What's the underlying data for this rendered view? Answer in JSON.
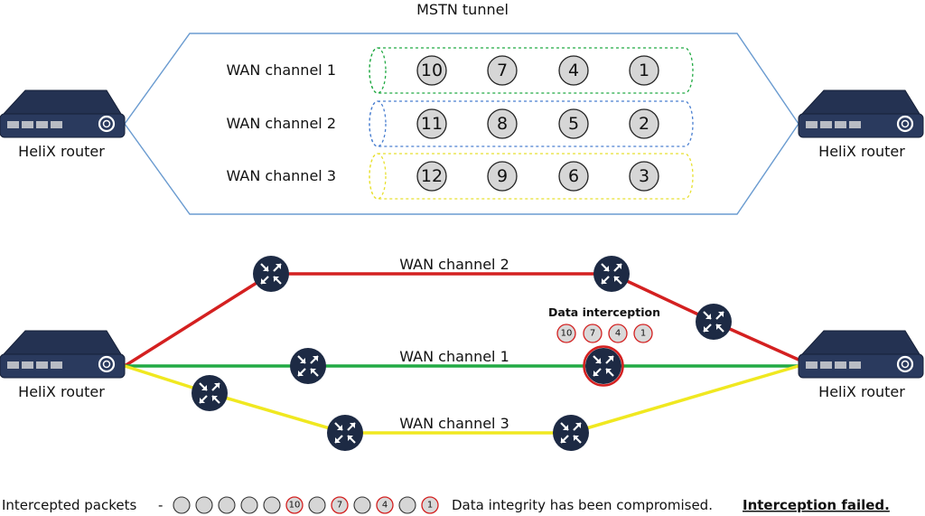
{
  "top": {
    "title": "MSTN tunnel",
    "router_left": "HeliX router",
    "router_right": "HeliX router",
    "channels": [
      {
        "label": "WAN channel 1",
        "color": "#22aa44",
        "packets": [
          "10",
          "7",
          "4",
          "1"
        ]
      },
      {
        "label": "WAN channel 2",
        "color": "#4a7fd0",
        "packets": [
          "11",
          "8",
          "5",
          "2"
        ]
      },
      {
        "label": "WAN channel 3",
        "color": "#e8e030",
        "packets": [
          "12",
          "9",
          "6",
          "3"
        ]
      }
    ]
  },
  "bottom": {
    "router_left": "HeliX router",
    "router_right": "HeliX router",
    "path_labels": {
      "channel2": "WAN channel 2",
      "channel1": "WAN channel 1",
      "channel3": "WAN channel 3"
    },
    "colors": {
      "channel2": "#d42020",
      "channel1": "#22aa44",
      "channel3": "#f0e820",
      "node": "#1d2a44"
    },
    "interception": {
      "title": "Data interception",
      "packets": [
        "10",
        "7",
        "4",
        "1"
      ]
    }
  },
  "footer": {
    "label": "Intercepted packets",
    "dash": "-",
    "packets": [
      "",
      "",
      "",
      "",
      "",
      "10",
      "",
      "7",
      "",
      "4",
      "",
      "1"
    ],
    "message": "Data integrity has been compromised.",
    "result": "Interception failed."
  }
}
